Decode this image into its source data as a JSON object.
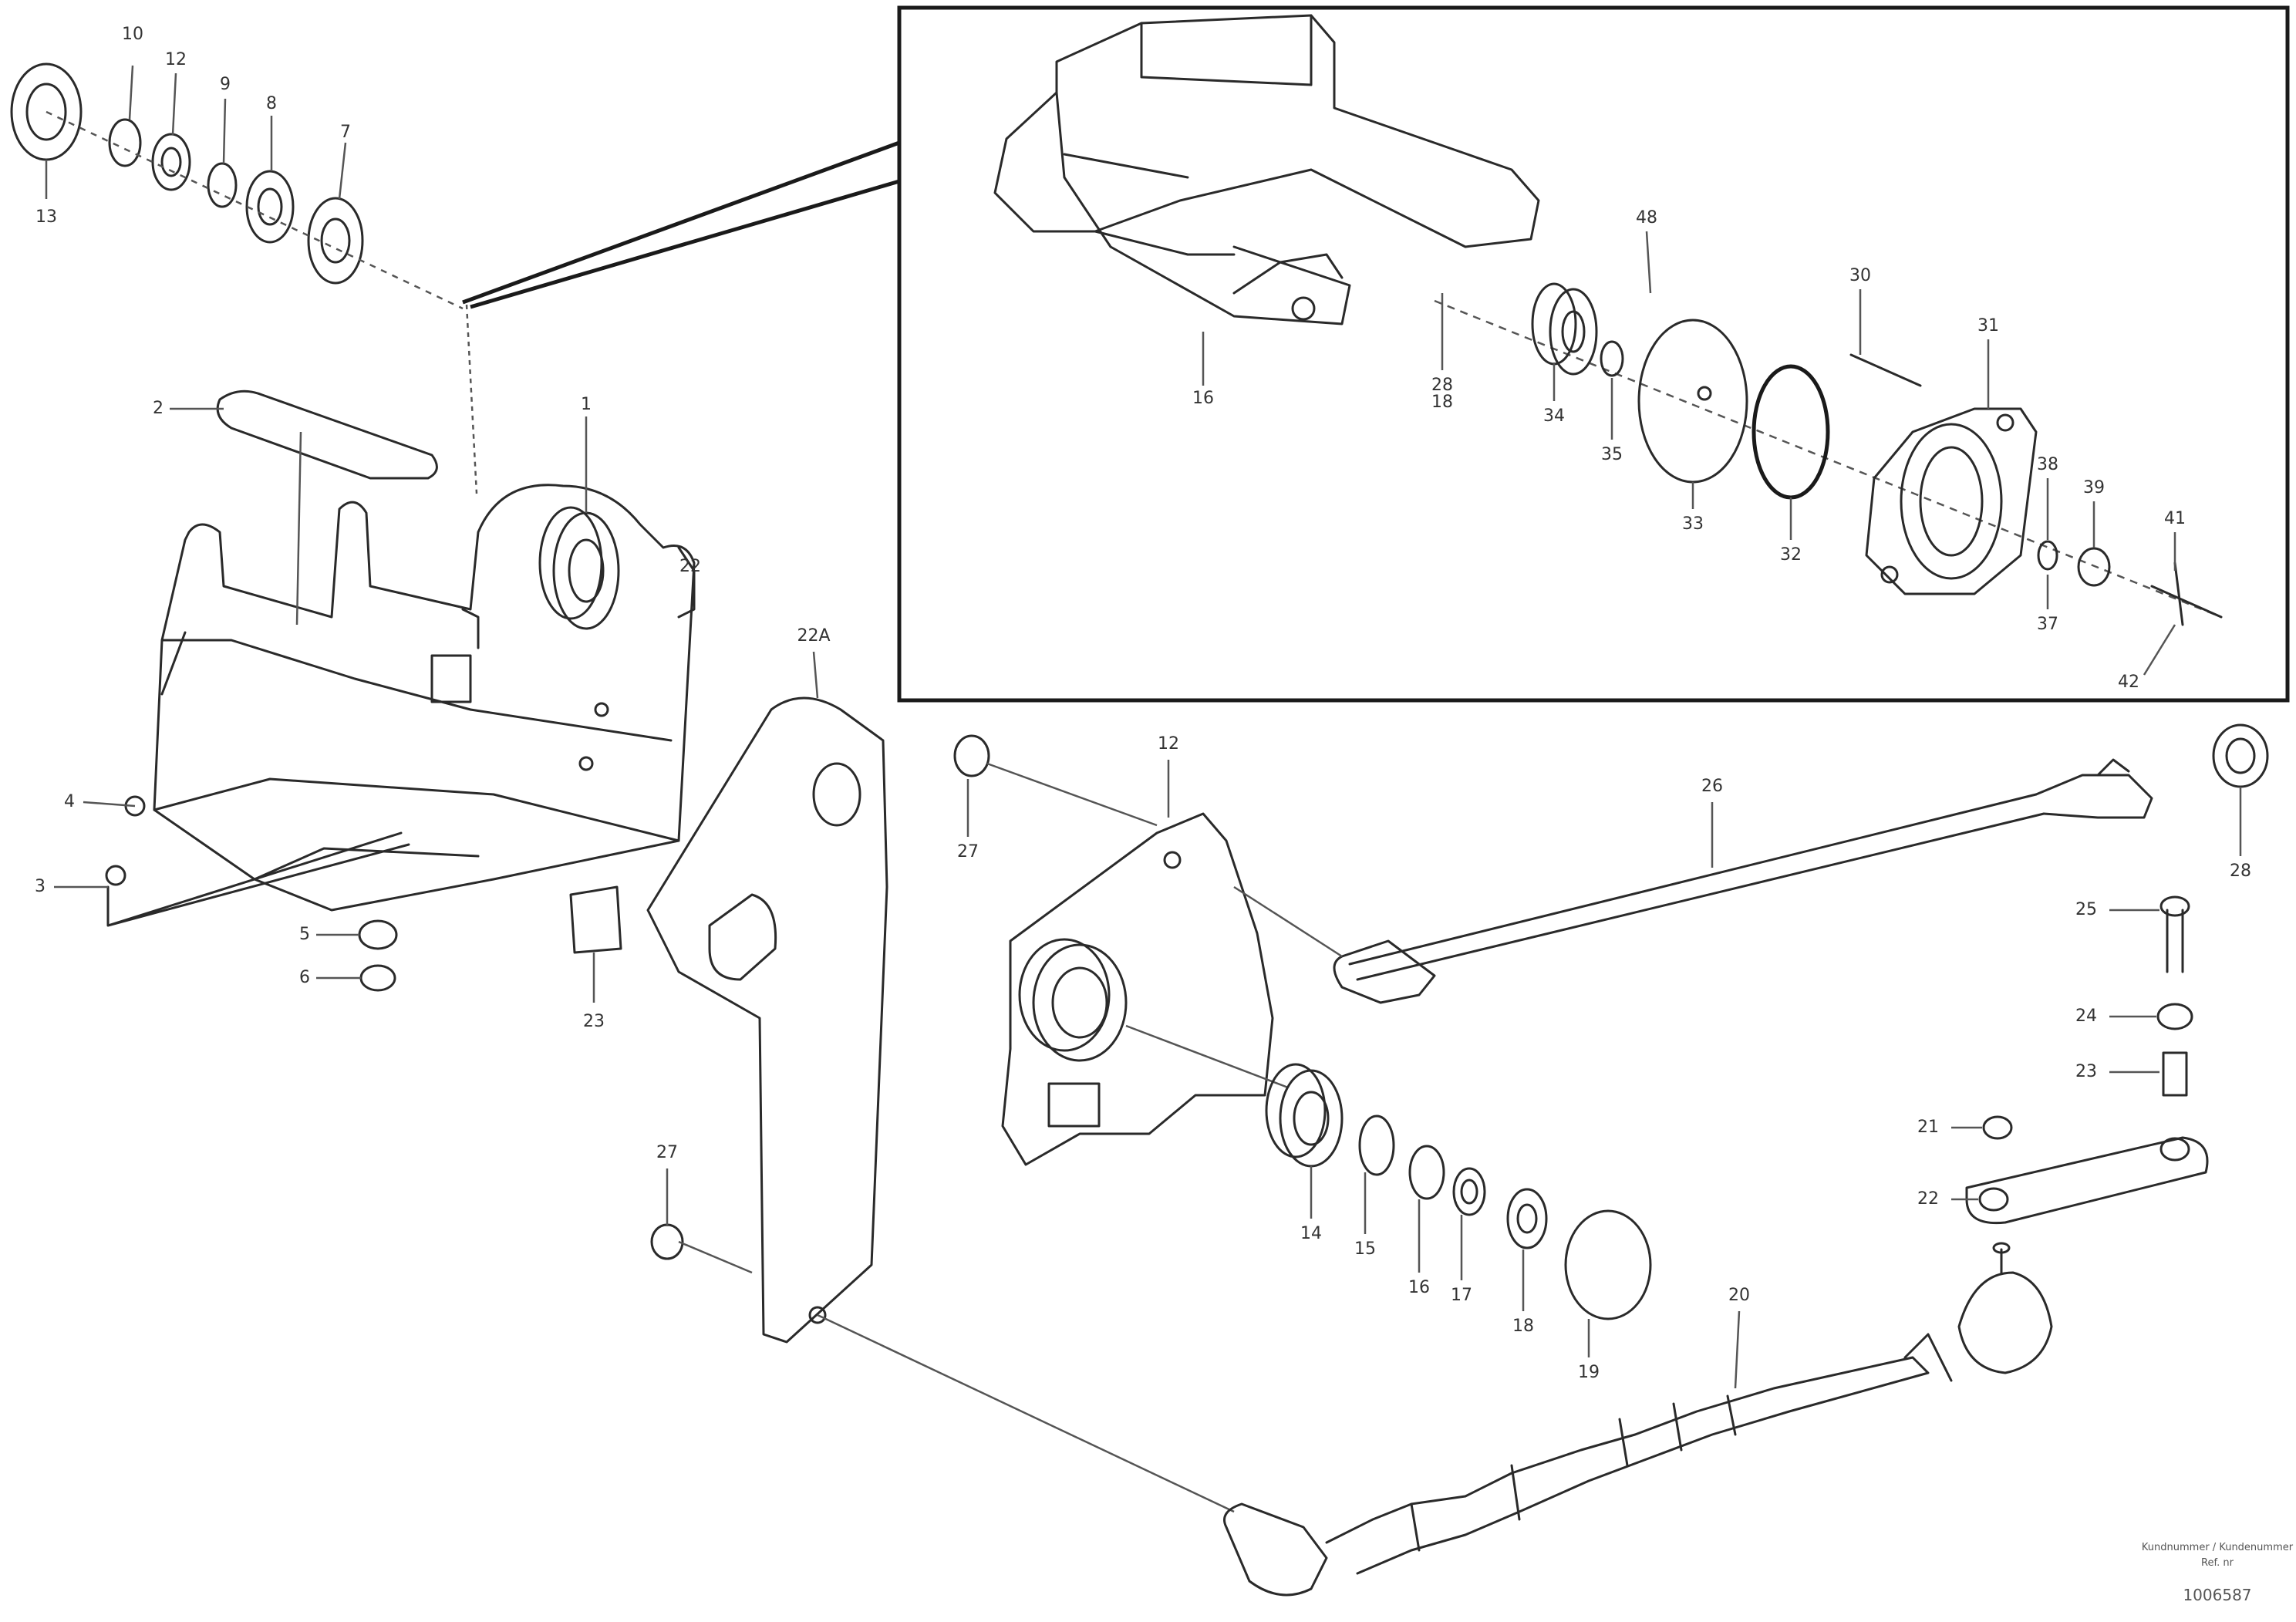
{
  "callouts": {
    "inset_16": "16",
    "inset_28": "28",
    "inset_18": "18",
    "inset_34": "34",
    "inset_35": "35",
    "inset_33": "33",
    "inset_32": "32",
    "inset_48": "48",
    "inset_31": "31",
    "inset_30": "30",
    "inset_38": "38",
    "inset_39": "39",
    "inset_41": "41",
    "inset_37": "37",
    "inset_42": "42",
    "tl_13": "13",
    "tl_10": "10",
    "tl_12": "12",
    "tl_9": "9",
    "tl_8": "8",
    "tl_7": "7",
    "main_2": "2",
    "main_1": "1",
    "main_4": "4",
    "main_3": "3",
    "main_5": "5",
    "main_6": "6",
    "main_23": "23",
    "main_22": "22",
    "lever_top": "22A",
    "lever_27": "27",
    "right_12": "12",
    "right_27": "27",
    "right_26": "26",
    "right_20": "20",
    "right_14": "14",
    "right_15": "15",
    "right_16": "16",
    "right_17": "17",
    "right_18": "18",
    "right_19": "19",
    "right_25": "25",
    "right_24": "24",
    "right_23": "23",
    "right_21": "21",
    "right_22": "22",
    "right_28": "28"
  },
  "stamp": {
    "line1": "Kundnummer / Kundenummer",
    "line2": "Ref. nr",
    "line3": "1006587"
  }
}
